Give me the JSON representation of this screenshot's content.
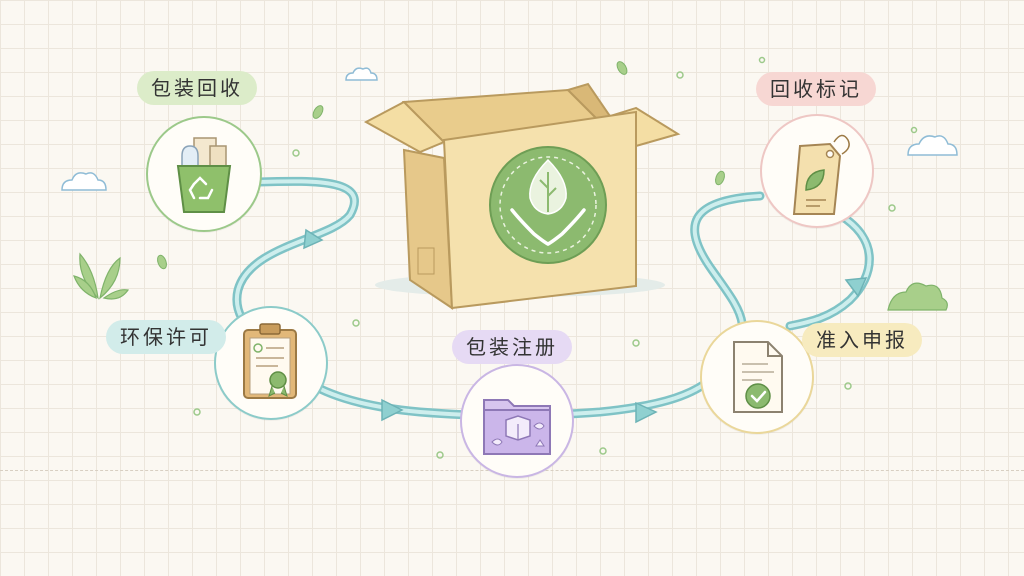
{
  "steps": [
    {
      "label": "包装回收",
      "icon": "recycle-bin-icon"
    },
    {
      "label": "环保许可",
      "icon": "clipboard-certificate-icon"
    },
    {
      "label": "包装注册",
      "icon": "folder-box-icon"
    },
    {
      "label": "准入申报",
      "icon": "document-check-icon"
    },
    {
      "label": "回收标记",
      "icon": "eco-tag-icon"
    }
  ],
  "center": {
    "icon": "eco-box-icon"
  },
  "colors": {
    "path": "#a9d9d8",
    "path_stroke": "#7fc3c6",
    "green": "#7fb36a",
    "teal": "#8ccbc9",
    "purple": "#c9b6e4",
    "yellow": "#ead79a",
    "pink": "#eec7c4"
  }
}
